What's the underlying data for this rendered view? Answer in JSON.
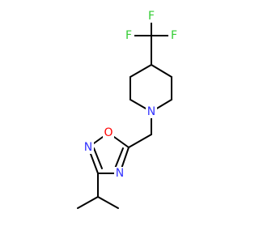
{
  "colors": {
    "background": "#ffffff",
    "bond": "#000000",
    "carbon_label": "#000000",
    "nitrogen": "#3333ff",
    "oxygen": "#ff0000",
    "fluorine": "#33cc33"
  },
  "atoms": {
    "f_top": "F",
    "f_left": "F",
    "f_right": "F",
    "n_piperidine": "N",
    "o_ring": "O",
    "n_ring_left": "N",
    "n_ring_bottom": "N"
  }
}
